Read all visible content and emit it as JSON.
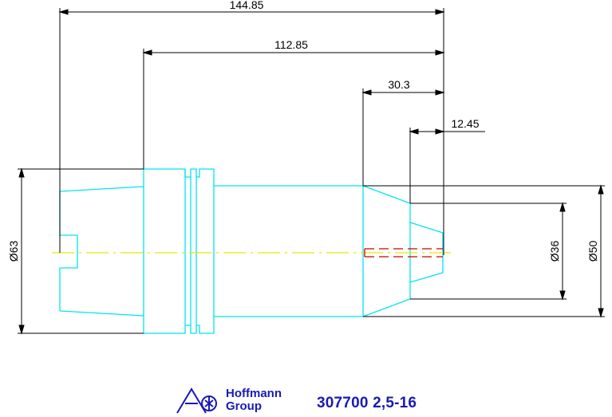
{
  "dimensions": {
    "overall_length": "144.85",
    "length_to_flange": "112.85",
    "nose_length": "30.3",
    "collet_offset": "12.45",
    "flange_diameter": "Ø63",
    "bore_diameter": "Ø36",
    "nose_diameter": "Ø50"
  },
  "title_block": {
    "brand_line1": "Hoffmann",
    "brand_line2": "Group",
    "part_number": "307700 2,5-16"
  },
  "colors": {
    "outline": "#00e5ee",
    "dimension": "#000000",
    "centerline": "#e6e600",
    "hidden": "#cc0000",
    "brand": "#1a1ab4"
  }
}
